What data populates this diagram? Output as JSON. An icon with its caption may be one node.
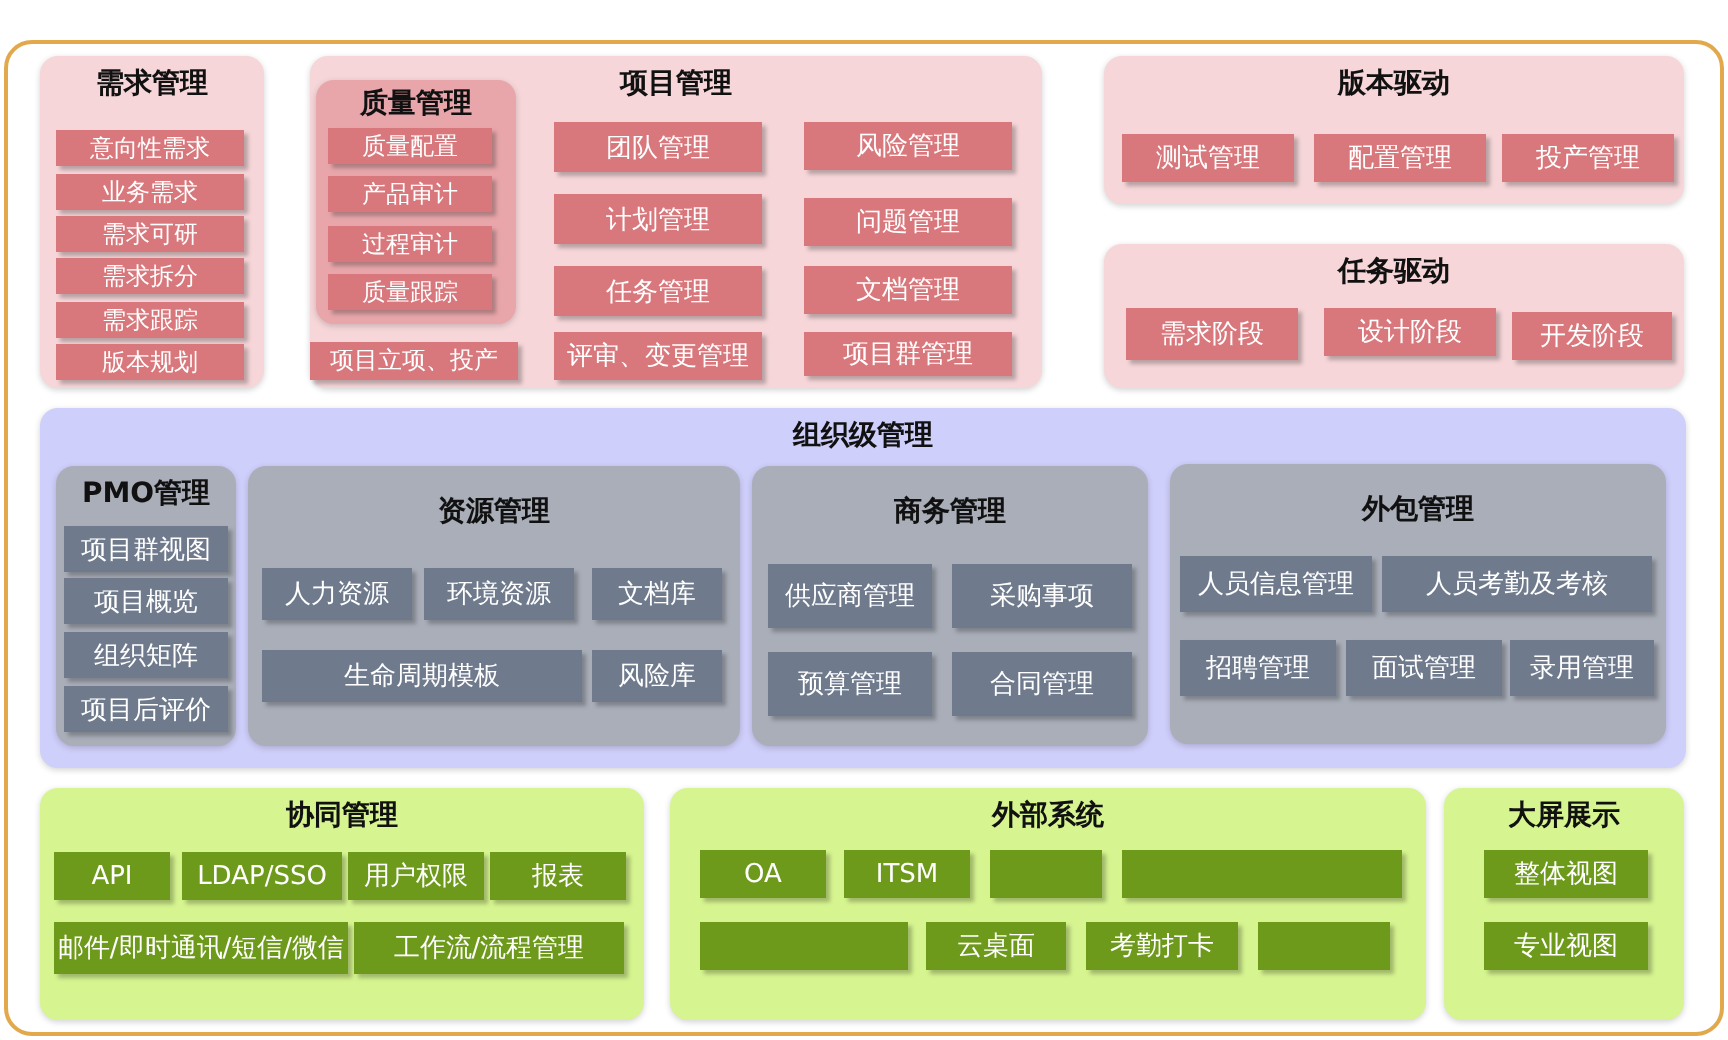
{
  "diagram": {
    "nodes": [
      {
        "text": [
          "需求管理"
        ]
      },
      {
        "text": [
          "意向性需求"
        ],
        "in": 0
      },
      {
        "text": [
          "业务需求"
        ],
        "in": 0
      },
      {
        "text": [
          "需求可研"
        ],
        "in": 0
      },
      {
        "text": [
          "需求拆分"
        ],
        "in": 0
      },
      {
        "text": [
          "需求跟踪"
        ],
        "in": 0
      },
      {
        "text": [
          "版本规划"
        ],
        "in": 0
      },
      {
        "text": [
          "项目管理"
        ]
      },
      {
        "text": [
          "质量管理"
        ],
        "in": 7
      },
      {
        "text": [
          "质量配置"
        ],
        "in": 8
      },
      {
        "text": [
          "产品审计"
        ],
        "in": 8
      },
      {
        "text": [
          "过程审计"
        ],
        "in": 8
      },
      {
        "text": [
          "质量跟踪"
        ],
        "in": 8
      },
      {
        "text": [
          "项目立项、投产"
        ],
        "in": 7
      },
      {
        "text": [
          "团队管理"
        ],
        "in": 7
      },
      {
        "text": [
          "风险管理"
        ],
        "in": 7
      },
      {
        "text": [
          "计划管理"
        ],
        "in": 7
      },
      {
        "text": [
          "问题管理"
        ],
        "in": 7
      },
      {
        "text": [
          "任务管理"
        ],
        "in": 7
      },
      {
        "text": [
          "文档管理"
        ],
        "in": 7
      },
      {
        "text": [
          "评审、变更管理"
        ],
        "in": 7
      },
      {
        "text": [
          "项目群管理"
        ],
        "in": 7
      },
      {
        "text": [
          "版本驱动"
        ]
      },
      {
        "text": [
          "测试管理"
        ],
        "in": 22
      },
      {
        "text": [
          "配置管理"
        ],
        "in": 22
      },
      {
        "text": [
          "投产管理"
        ],
        "in": 22
      },
      {
        "text": [
          "任务驱动"
        ]
      },
      {
        "text": [
          "需求阶段"
        ],
        "in": 26
      },
      {
        "text": [
          "设计阶段"
        ],
        "in": 26
      },
      {
        "text": [
          "开发阶段"
        ],
        "in": 26
      },
      {
        "text": [
          "组织级管理"
        ]
      },
      {
        "text": [
          "PMO管理"
        ],
        "in": 30
      },
      {
        "text": [
          "项目群视图"
        ],
        "in": 31
      },
      {
        "text": [
          "项目概览"
        ],
        "in": 31
      },
      {
        "text": [
          "组织矩阵"
        ],
        "in": 31
      },
      {
        "text": [
          "项目后评价"
        ],
        "in": 31
      },
      {
        "text": [
          "资源管理"
        ],
        "in": 30
      },
      {
        "text": [
          "人力资源"
        ],
        "in": 36
      },
      {
        "text": [
          "环境资源"
        ],
        "in": 36
      },
      {
        "text": [
          "文档库"
        ],
        "in": 36
      },
      {
        "text": [
          "生命周期模板"
        ],
        "in": 36
      },
      {
        "text": [
          "风险库"
        ],
        "in": 36
      },
      {
        "text": [
          "商务管理"
        ],
        "in": 30
      },
      {
        "text": [
          "供应商管理"
        ],
        "in": 42
      },
      {
        "text": [
          "采购事项"
        ],
        "in": 42
      },
      {
        "text": [
          "预算管理"
        ],
        "in": 42
      },
      {
        "text": [
          "合同管理"
        ],
        "in": 42
      },
      {
        "text": [
          "外包管理"
        ],
        "in": 30
      },
      {
        "text": [
          "人员信息管理"
        ],
        "in": 47
      },
      {
        "text": [
          "人员考勤及考核"
        ],
        "in": 47
      },
      {
        "text": [
          "招聘管理"
        ],
        "in": 47
      },
      {
        "text": [
          "面试管理"
        ],
        "in": 47
      },
      {
        "text": [
          "录用管理"
        ],
        "in": 47
      },
      {
        "text": [
          "协同管理"
        ]
      },
      {
        "text": [
          "API"
        ],
        "in": 53
      },
      {
        "text": [
          "LDAP/SSO"
        ],
        "in": 53
      },
      {
        "text": [
          "用户权限"
        ],
        "in": 53
      },
      {
        "text": [
          "报表"
        ],
        "in": 53
      },
      {
        "text": [
          "邮件/即时通讯/短信/微信"
        ],
        "in": 53
      },
      {
        "text": [
          "工作流/流程管理"
        ],
        "in": 53
      },
      {
        "text": [
          "外部系统"
        ]
      },
      {
        "text": [
          "OA"
        ],
        "in": 60
      },
      {
        "text": [
          "ITSM"
        ],
        "in": 60
      },
      {
        "text": [],
        "shape": "box",
        "in": 60
      },
      {
        "text": [],
        "shape": "box",
        "in": 60
      },
      {
        "text": [],
        "shape": "box",
        "in": 60
      },
      {
        "text": [
          "云桌面"
        ],
        "in": 60
      },
      {
        "text": [
          "考勤打卡"
        ],
        "in": 60
      },
      {
        "text": [],
        "shape": "box",
        "in": 60
      },
      {
        "text": [
          "大屏展示"
        ]
      },
      {
        "text": [
          "整体视图"
        ],
        "in": 69
      },
      {
        "text": [
          "专业视图"
        ],
        "in": 69
      }
    ]
  }
}
